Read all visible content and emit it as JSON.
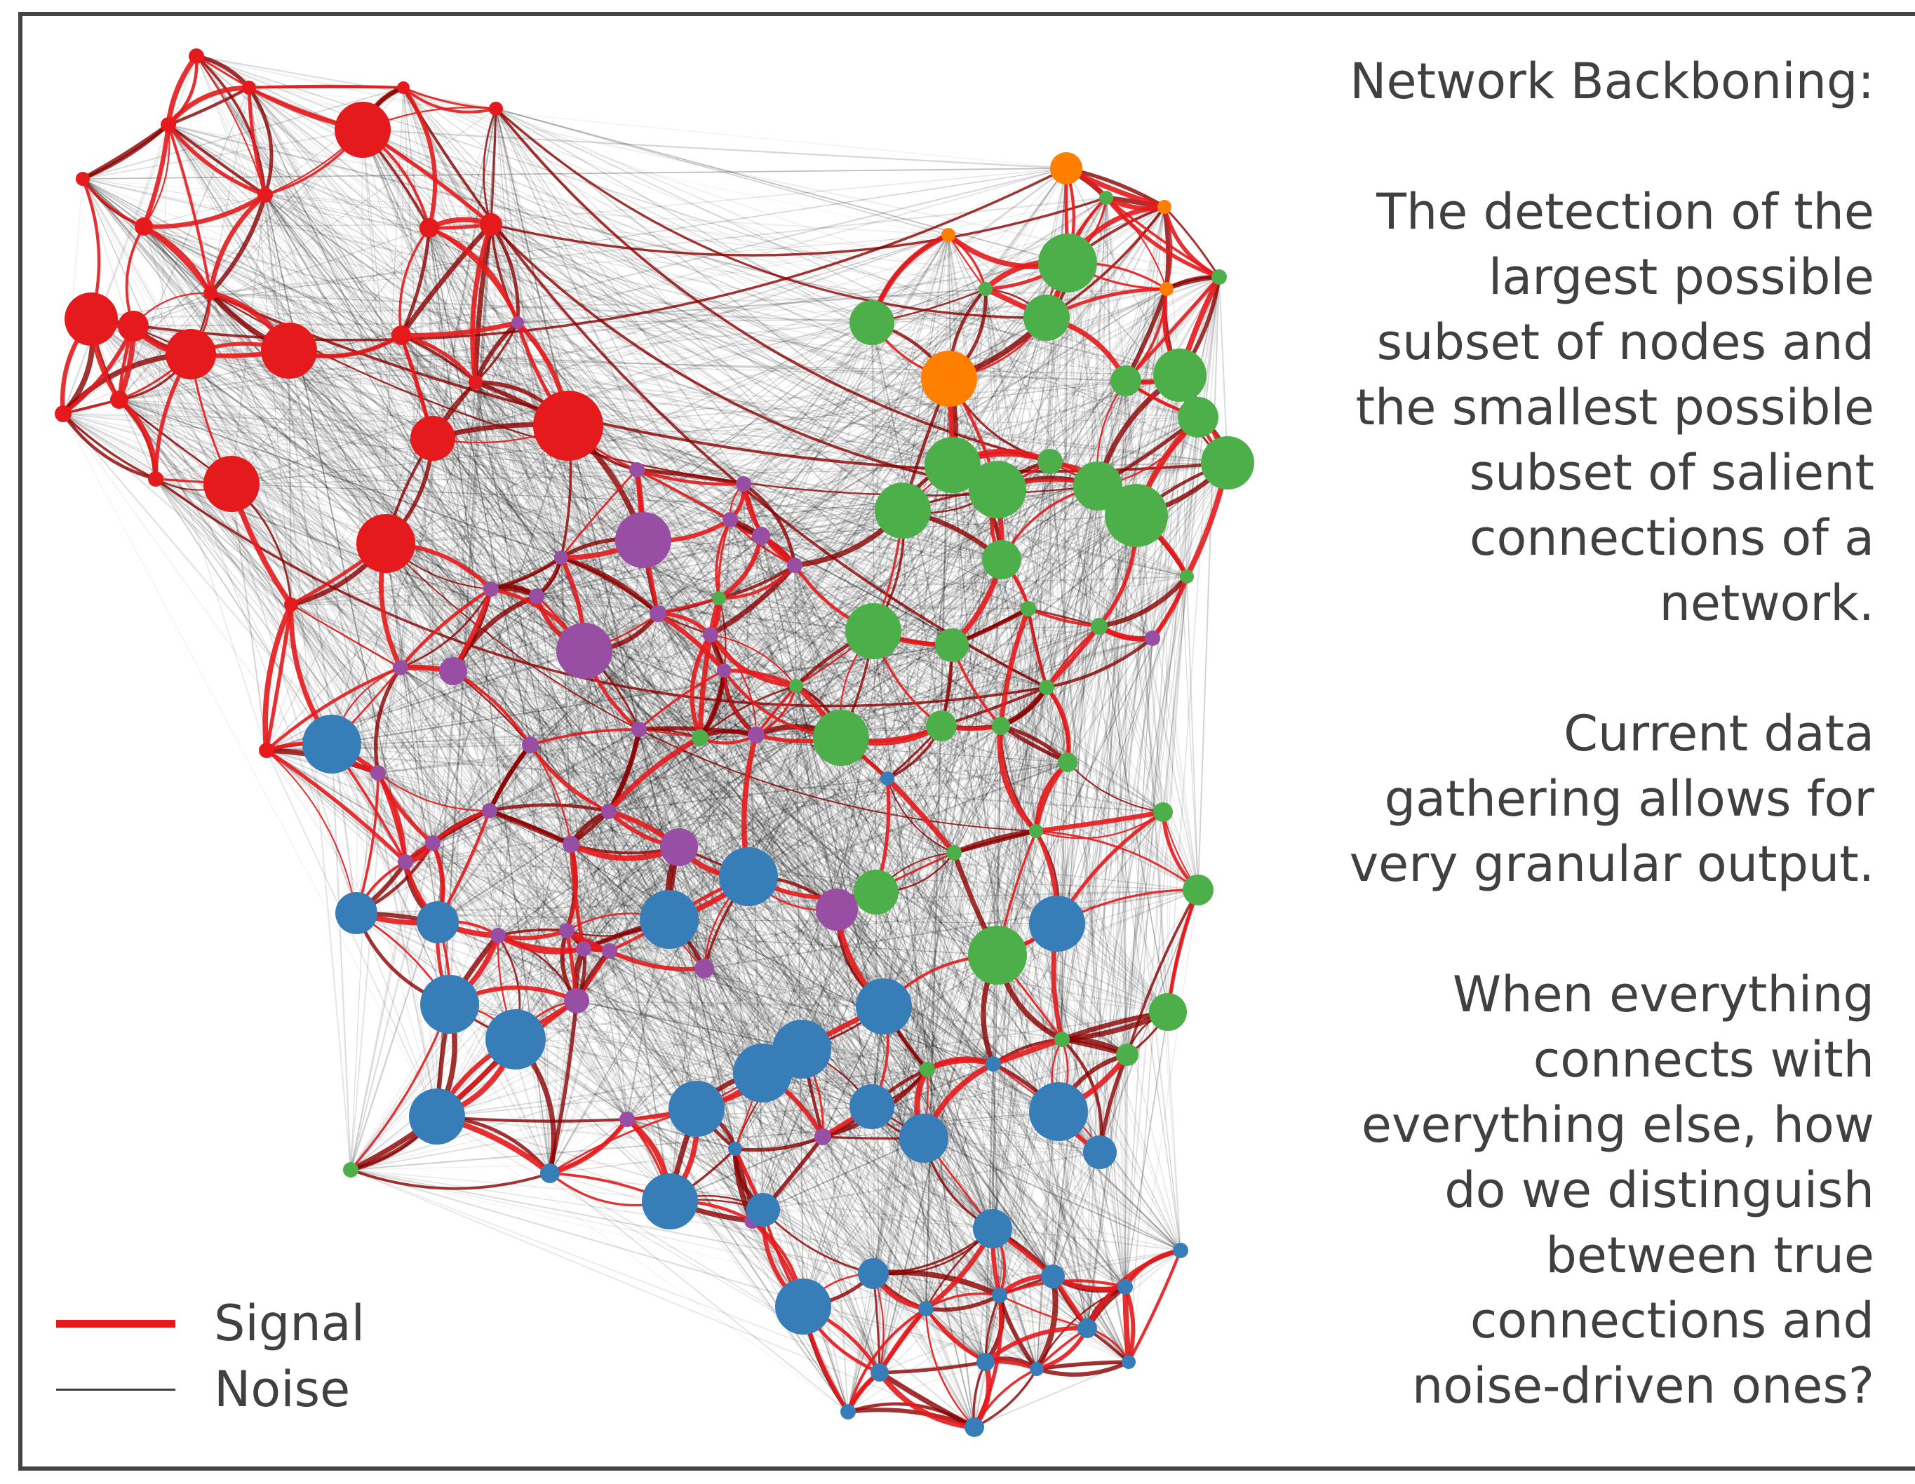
{
  "title": "Network Backboning:",
  "paragraphs": [
    "The detection of the\nlargest possible\nsubset of nodes and\nthe smallest possible\nsubset of salient\nconnections of a\nnetwork.",
    "Current data\ngathering allows for\nvery granular output.",
    "When everything\nconnects with\neverything else, how\ndo we distinguish\nbetween true\nconnections and\nnoise-driven ones?"
  ],
  "legend": {
    "signal": {
      "label": "Signal",
      "color": "#e41a1c"
    },
    "noise": {
      "label": "Noise",
      "color": "#404040"
    }
  },
  "colors": {
    "text": "#404040",
    "frame": "#444444",
    "signal_edge": "#e41a1c",
    "signal_edge_dark": "#8b0000",
    "noise_edge": "#000000",
    "communities": {
      "red": "#e41a1c",
      "green": "#4daf4a",
      "orange": "#ff7f00",
      "purple": "#984ea3",
      "blue": "#377eb8"
    }
  }
}
